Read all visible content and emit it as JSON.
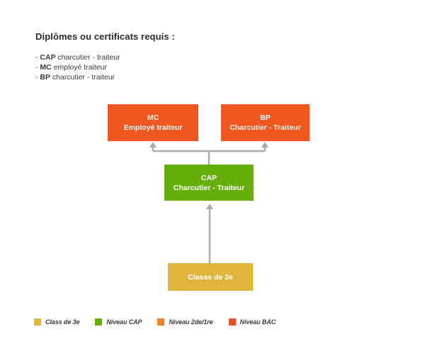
{
  "intro": {
    "title": "Diplômes ou certificats requis :",
    "items": [
      {
        "prefix": "- ",
        "code": "CAP",
        "rest": " charcutier - traiteur"
      },
      {
        "prefix": "- ",
        "code": "MC",
        "rest": " employé traiteur"
      },
      {
        "prefix": "- ",
        "code": "BP",
        "rest": " charcutier - traiteur"
      }
    ]
  },
  "diagram": {
    "nodes": [
      {
        "id": "mc",
        "line1": "MC",
        "line2": "Employé traiteur",
        "color": "#f0571f"
      },
      {
        "id": "bp",
        "line1": "BP",
        "line2": "Charcutier - Traiteur",
        "color": "#f0571f"
      },
      {
        "id": "cap",
        "line1": "CAP",
        "line2": "Charcutier - Traiteur",
        "color": "#66ae09"
      },
      {
        "id": "3e",
        "line1": "Classe de 3e",
        "line2": "",
        "color": "#dfb53c"
      }
    ],
    "connector_color": "#aaaaaa"
  },
  "legend": {
    "items": [
      {
        "label": "Class de 3e",
        "color": "#dfb53c"
      },
      {
        "label": "Niveau CAP",
        "color": "#66ae09"
      },
      {
        "label": "Niveau 2de/1re",
        "color": "#f58220"
      },
      {
        "label": "Niveau BAC",
        "color": "#f04e23"
      }
    ]
  }
}
